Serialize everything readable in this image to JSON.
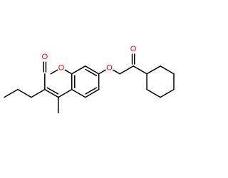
{
  "molecule": {
    "atom_labels": {
      "carbonyl_oxygen": "O",
      "ring_oxygen": "O",
      "ether_oxygen": "O",
      "ketone_oxygen": "O"
    },
    "colors": {
      "bond": "#000000",
      "oxygen": "#ff0000"
    }
  }
}
